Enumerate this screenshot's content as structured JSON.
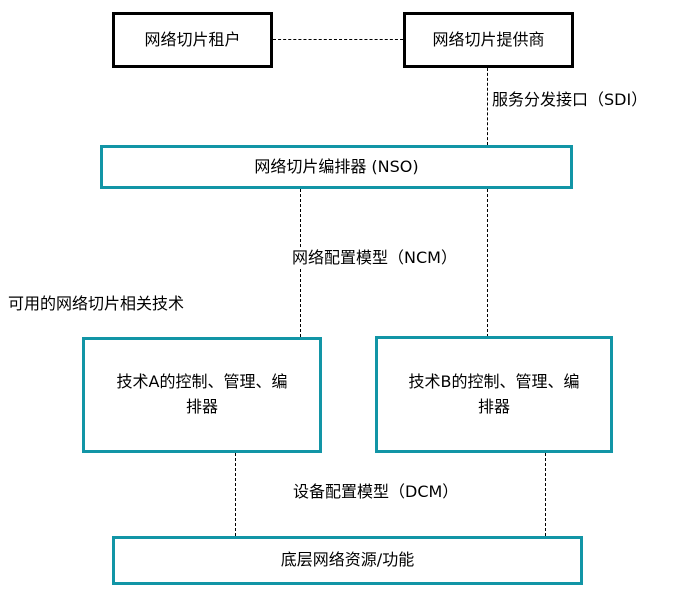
{
  "diagram": {
    "type": "network-slicing-architecture",
    "colors": {
      "accent_teal": "#1295a6",
      "line_black": "#000000",
      "background": "#ffffff",
      "text": "#000000"
    },
    "boxes": {
      "tenant": "网络切片租户",
      "provider": "网络切片提供商",
      "nso": "网络切片编排器 (NSO)",
      "tech_a": "技术A的控制、管理、编排器",
      "tech_b": "技术B的控制、管理、编排器",
      "resources": "底层网络资源/功能"
    },
    "labels": {
      "sdi": "服务分发接口（SDI）",
      "ncm": "网络配置模型（NCM）",
      "available_tech": "可用的网络切片相关技术",
      "dcm": "设备配置模型（DCM）"
    }
  }
}
